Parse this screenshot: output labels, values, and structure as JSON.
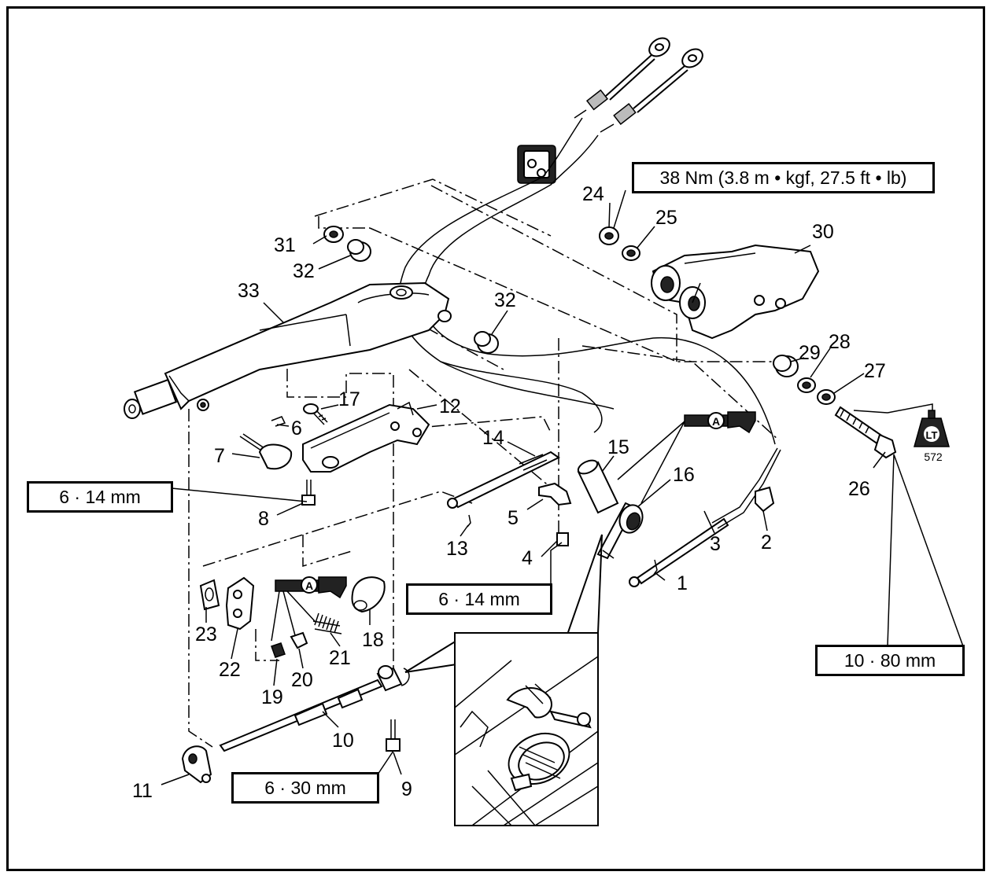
{
  "callouts": [
    "1",
    "2",
    "3",
    "4",
    "5",
    "6",
    "7",
    "8",
    "9",
    "10",
    "11",
    "12",
    "13",
    "14",
    "15",
    "16",
    "17",
    "18",
    "19",
    "20",
    "21",
    "22",
    "23",
    "24",
    "25",
    "26",
    "27",
    "28",
    "29",
    "30",
    "31",
    "32",
    "32",
    "33"
  ],
  "specs": {
    "torque_top": "38 Nm (3.8 m • kgf, 27.5 ft • lb)",
    "bolt_8": "6 ·  14 mm",
    "bolt_4": "6 ·  14 mm",
    "bolt_9": "6 ·  30 mm",
    "bolt_26": "10 ·  80 mm"
  },
  "symbols": {
    "grease_marker": "A",
    "loctite_label": "LT",
    "loctite_number": "572"
  },
  "icons": [
    "grease-gun-icon",
    "loctite-bottle-icon"
  ]
}
